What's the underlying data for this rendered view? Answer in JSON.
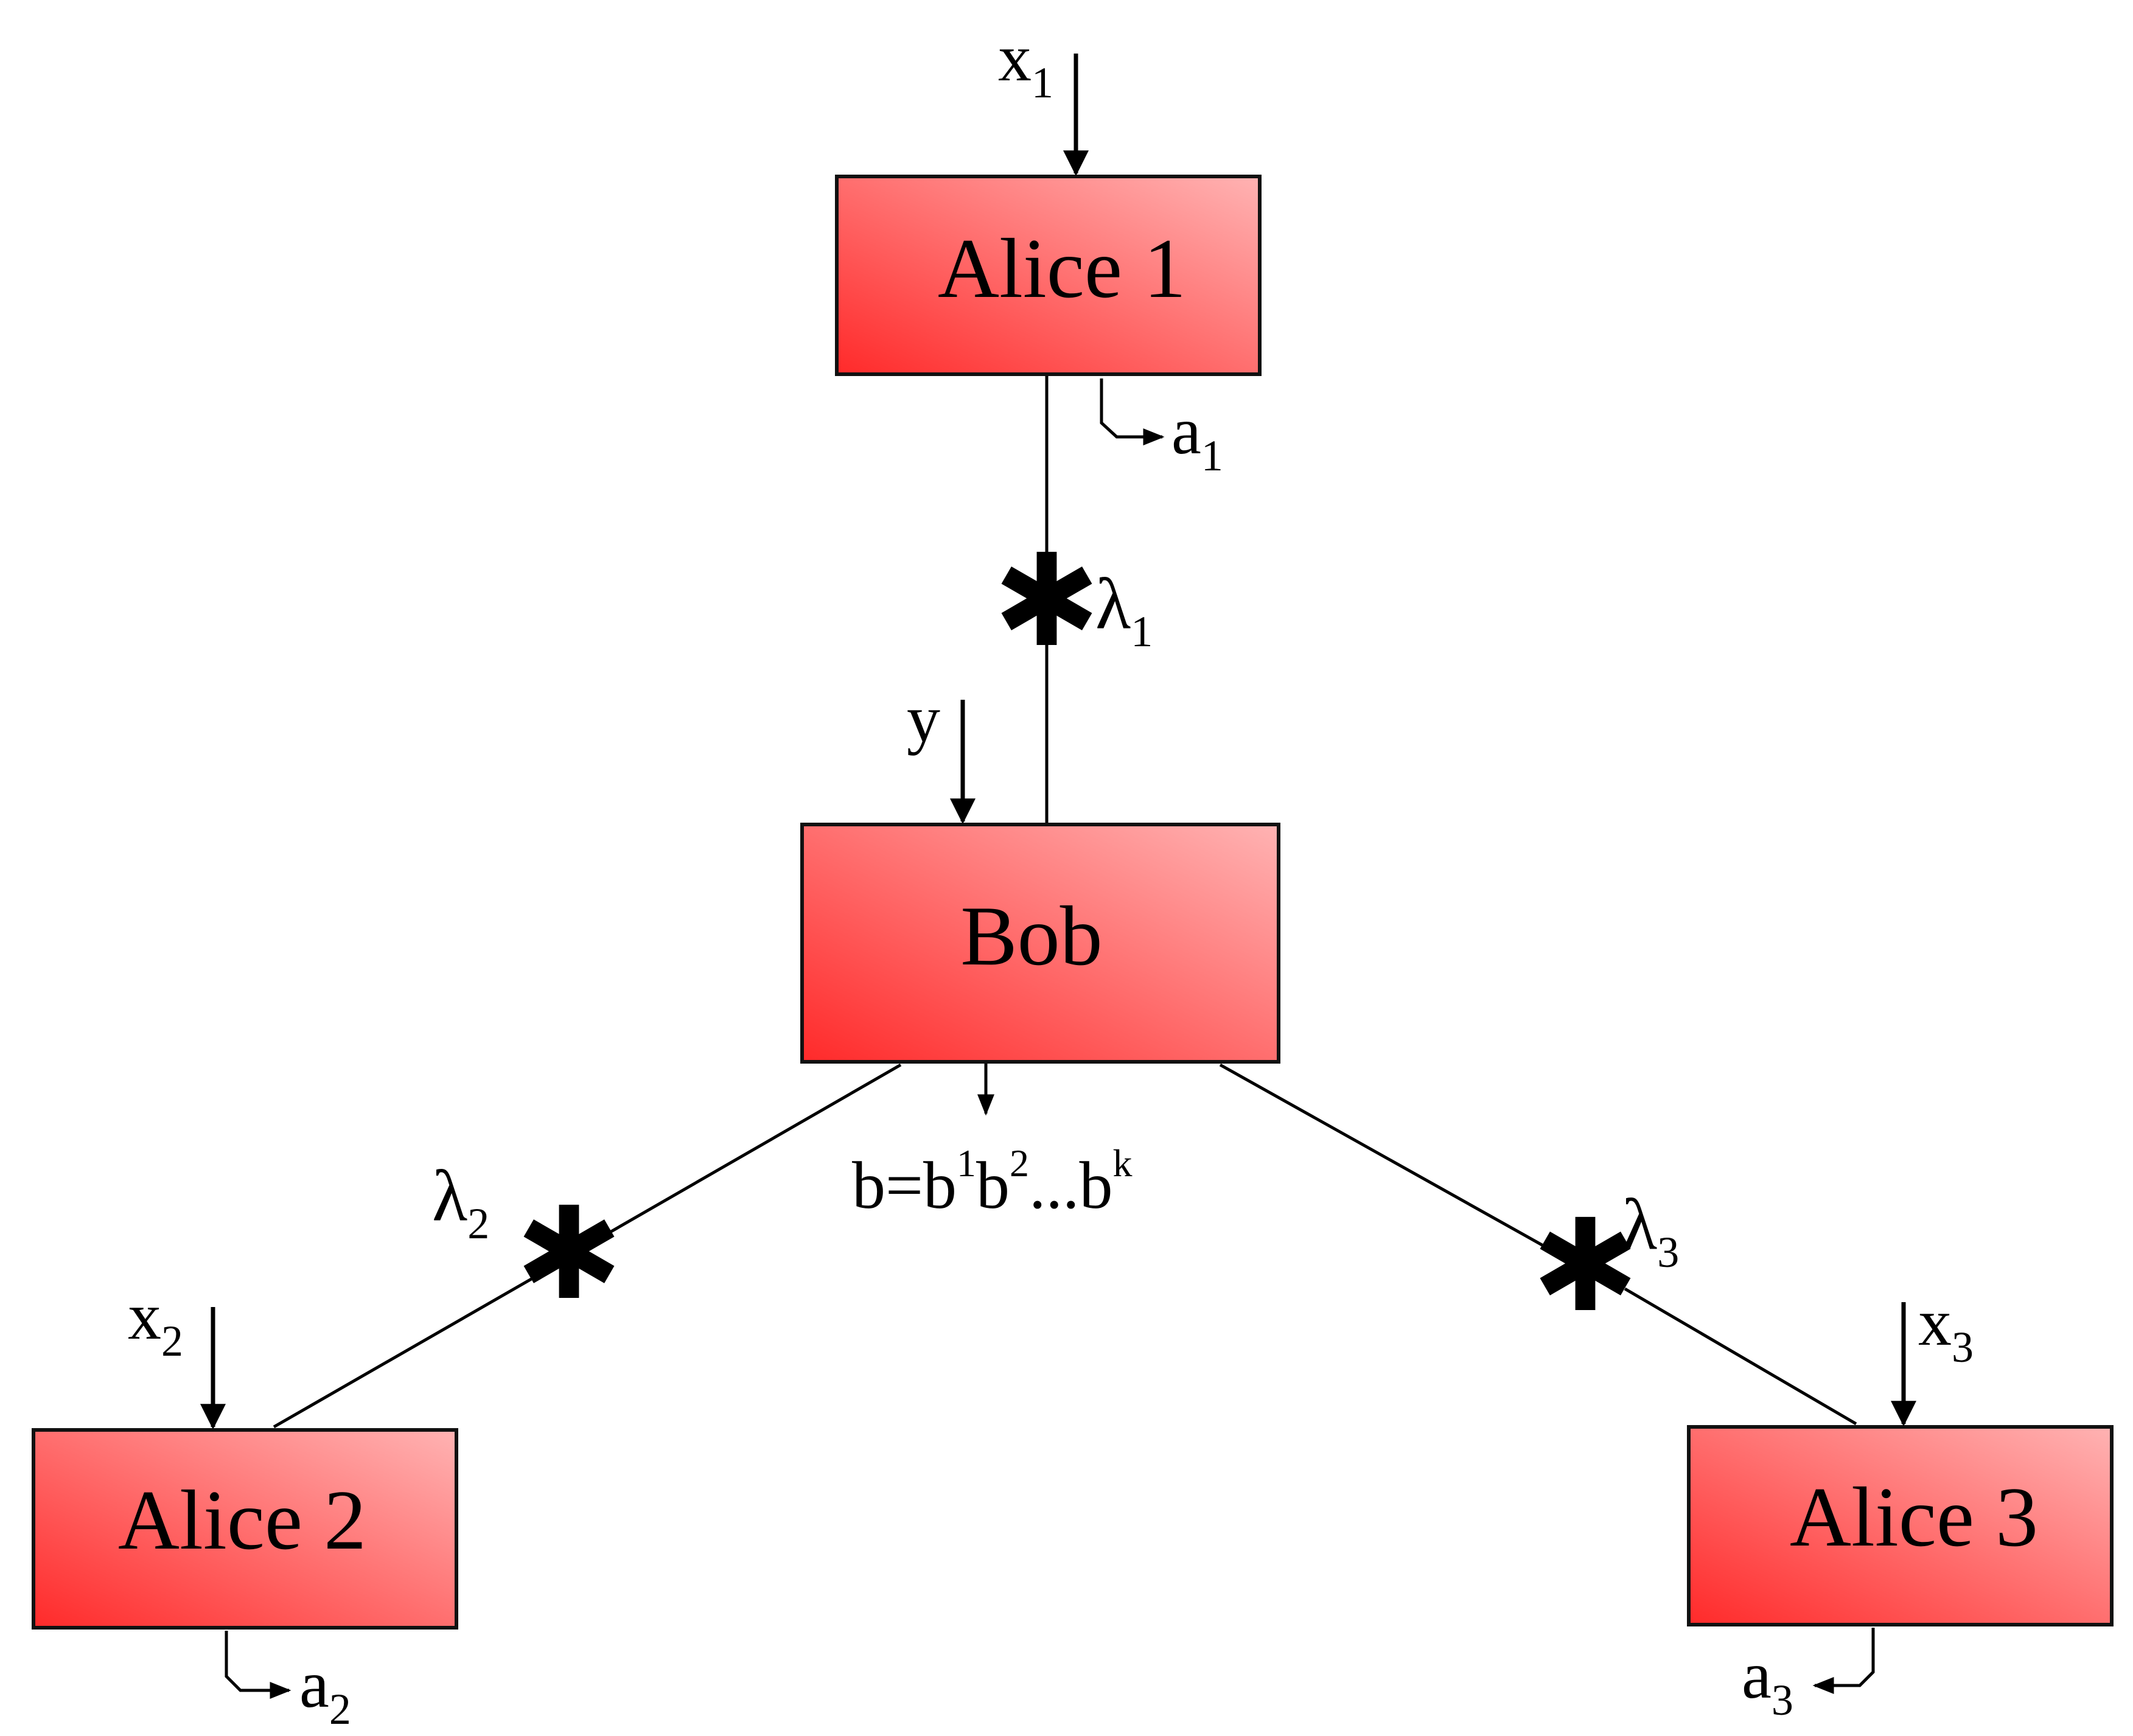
{
  "nodes": {
    "alice1": {
      "label": "Alice 1",
      "input": "x",
      "input_sub": "1",
      "output": "a",
      "output_sub": "1"
    },
    "alice2": {
      "label": "Alice 2",
      "input": "x",
      "input_sub": "2",
      "output": "a",
      "output_sub": "2"
    },
    "alice3": {
      "label": "Alice 3",
      "input": "x",
      "input_sub": "3",
      "output": "a",
      "output_sub": "3"
    },
    "bob": {
      "label": "Bob",
      "input": "y",
      "output": "b=b",
      "output_sup1": "1",
      "output_mid": "b",
      "output_sup2": "2",
      "output_dots": "...b",
      "output_sup3": "k"
    }
  },
  "sources": [
    {
      "symbol": "λ",
      "sub": "1",
      "marker": "✱"
    },
    {
      "symbol": "λ",
      "sub": "2",
      "marker": "✱"
    },
    {
      "symbol": "λ",
      "sub": "3",
      "marker": "✱"
    }
  ],
  "colors": {
    "box_gradient_start": "#ff2a2a",
    "box_gradient_end": "#ffb3b3",
    "stroke": "#000000"
  }
}
